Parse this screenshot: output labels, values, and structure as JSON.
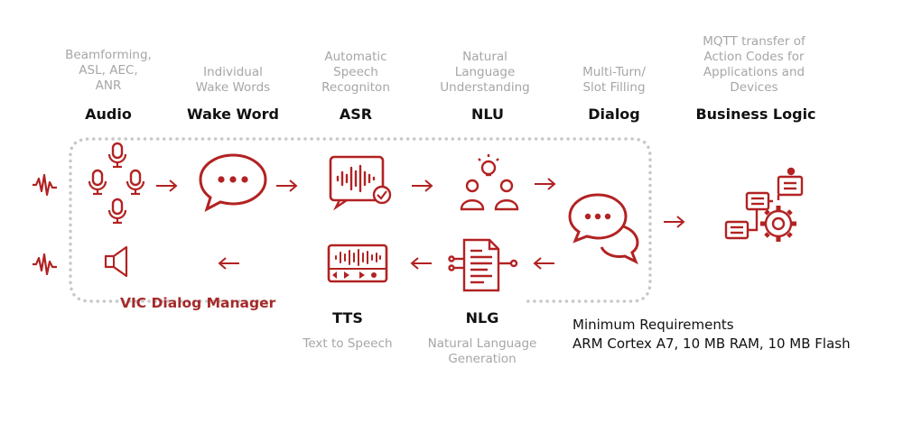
{
  "colors": {
    "accent": "#b22222",
    "text": "#111111",
    "muted": "#a6a6a6",
    "frame": "#c8c8c8"
  },
  "stages": {
    "audio": {
      "title": "Audio",
      "desc": "Beamforming,\nASL,  AEC,\nANR"
    },
    "wake": {
      "title": "Wake Word",
      "desc": "Individual\nWake Words"
    },
    "asr": {
      "title": "ASR",
      "desc": "Automatic\nSpeech\nRecogniton"
    },
    "nlu": {
      "title": "NLU",
      "desc": "Natural\nLanguage\nUnderstanding"
    },
    "dialog": {
      "title": "Dialog",
      "desc": "Multi-Turn/\nSlot Filling"
    },
    "business": {
      "title": "Business Logic",
      "desc": "MQTT transfer of\nAction Codes for\nApplications and\nDevices"
    },
    "tts": {
      "title": "TTS",
      "desc": "Text to Speech"
    },
    "nlg": {
      "title": "NLG",
      "desc": "Natural Language\nGeneration"
    }
  },
  "manager_label": "VIC Dialog Manager",
  "requirements": {
    "title": "Minimum Requirements",
    "spec": "ARM Cortex A7, 10 MB RAM, 10 MB Flash"
  },
  "icons": [
    "waveform-icon",
    "microphone-array-icon",
    "speaker-icon",
    "chat-bubble-icon",
    "voice-recognition-icon",
    "people-idea-icon",
    "dialog-bubbles-icon",
    "business-gears-icon",
    "audio-player-icon",
    "document-generation-icon"
  ]
}
